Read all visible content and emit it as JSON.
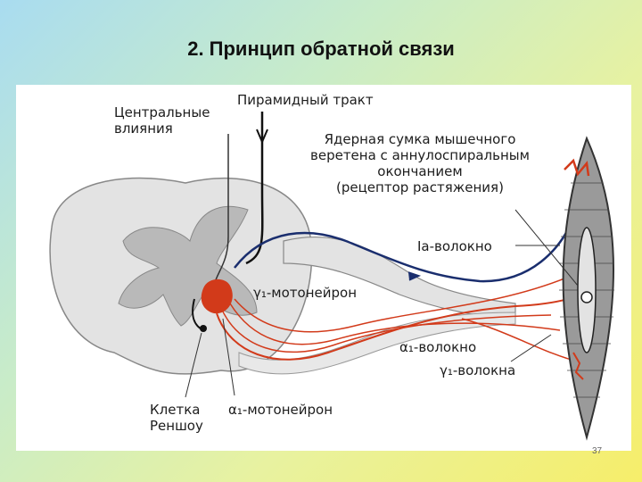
{
  "slide": {
    "title": "2. Принцип обратной связи",
    "page_number": "37"
  },
  "diagram": {
    "labels": {
      "central_influences": "Центральные\nвлияния",
      "pyramidal_tract": "Пирамидный тракт",
      "nuclear_bag": "Ядерная сумка мышечного\nверетена с аннулоспиральным\nокончанием\n(рецептор растяжения)",
      "ia_fiber": "Ia-волокно",
      "gamma_motoneuron": "γ₁-мотонейрон",
      "alpha_fiber": "α₁-волокно",
      "gamma_fibers": "γ₁-волокна",
      "renshaw_cell": "Клетка\nРеншоу",
      "alpha_motoneuron": "α₁-мотонейрон"
    },
    "colors": {
      "white_matter": "#e3e3e3",
      "grey_matter": "#b9b9b9",
      "motor_fiber": "#d23a1a",
      "sensory_fiber": "#1a2e6e",
      "muscle": "#6d6d6d"
    }
  }
}
